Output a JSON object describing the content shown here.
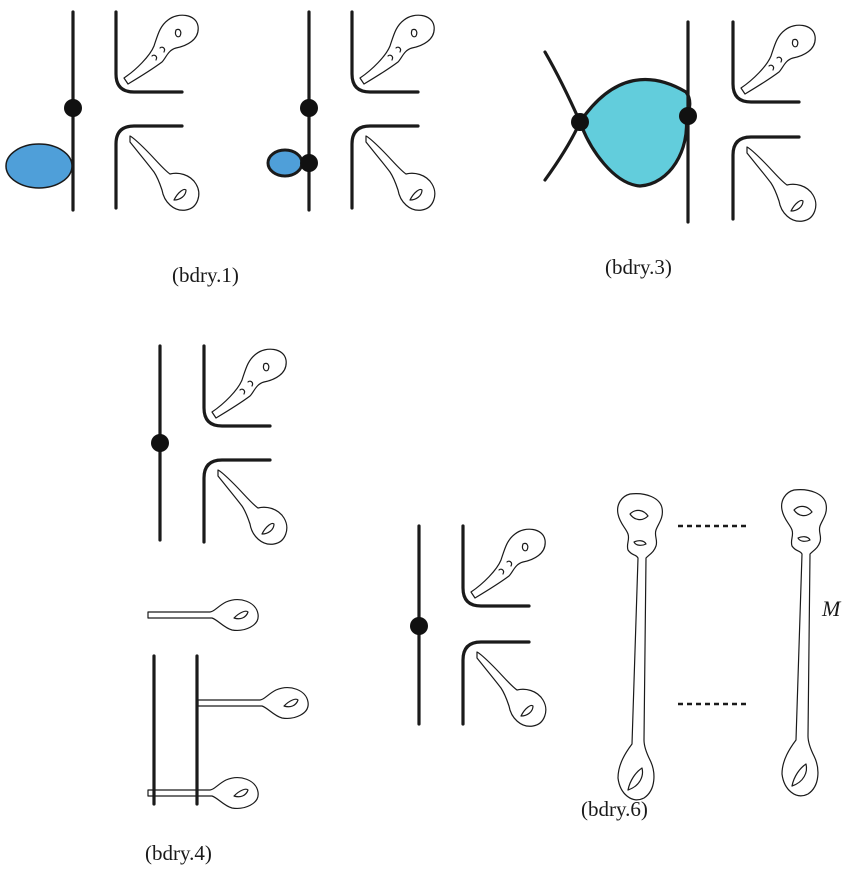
{
  "captions": {
    "bdry1": "(bdry.1)",
    "bdry3": "(bdry.3)",
    "bdry4": "(bdry.4)",
    "bdry6": "(bdry.6)"
  },
  "label_m": "M",
  "colors": {
    "blue_disk": "#4f9fd9",
    "cyan_lens": "#62cddc",
    "ink": "#1a1a1a"
  }
}
